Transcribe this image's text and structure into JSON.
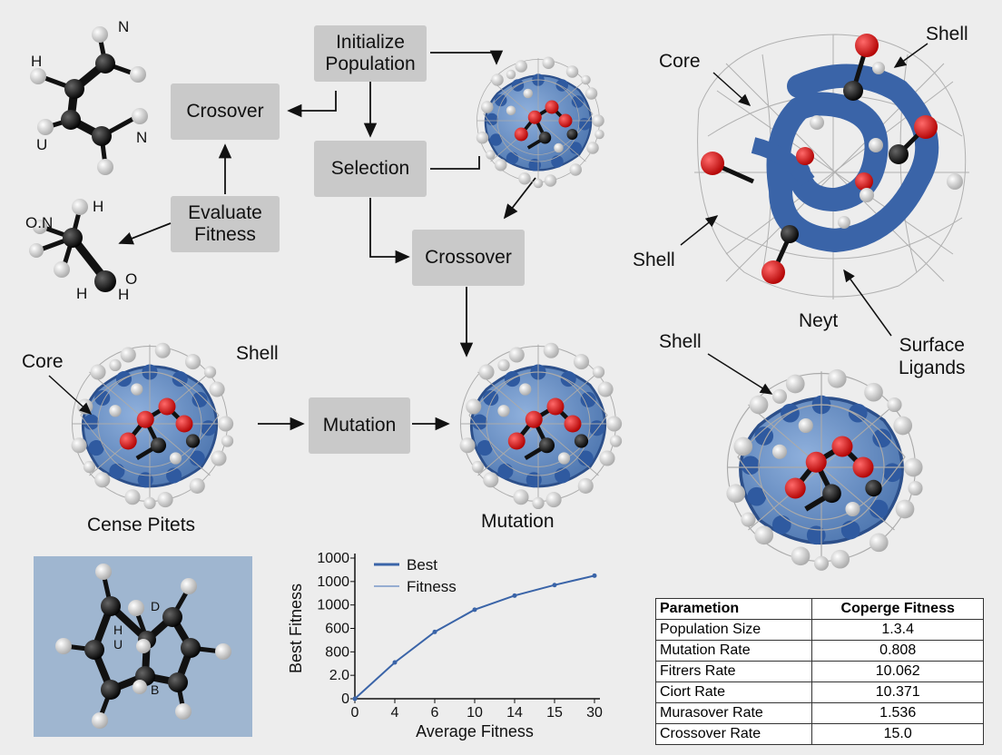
{
  "flow": {
    "initialize": "Initialize\nPopulation",
    "crossover_left": "Crosover",
    "selection": "Selection",
    "evaluate": "Evaluate\nFitness",
    "crossover_mid": "Crossover",
    "mutation_box": "Mutation"
  },
  "labels": {
    "core_top": "Core",
    "shell_top": "Shell",
    "shell_right": "Shell",
    "neyt": "Neyt",
    "surface_ligands": "Surface\nLigands",
    "shell_right2": "Shell",
    "core_left": "Core",
    "shell_left": "Shell",
    "cense_pitets": "Cense Pitets",
    "mutation_caption": "Mutation"
  },
  "atoms": {
    "mol1": [
      "N",
      "H",
      "U",
      "N"
    ],
    "mol2": [
      "O.N",
      "H",
      "H",
      "O",
      "H"
    ],
    "inset": [
      "D",
      "H",
      "U",
      "B"
    ]
  },
  "chart_data": {
    "type": "line",
    "ylabel": "Best Fitness",
    "xlabel": "Average Fitness",
    "x_ticks": [
      "0",
      "4",
      "6",
      "10",
      "14",
      "15",
      "30"
    ],
    "y_ticks": [
      "0",
      "2.0",
      "800",
      "600",
      "1000",
      "1000",
      "1000"
    ],
    "legend": [
      "Best",
      "Fitness"
    ],
    "series": [
      {
        "name": "Best",
        "x_index": [
          0,
          1,
          2,
          3,
          4,
          5,
          6
        ],
        "y_index": [
          0,
          1.55,
          2.85,
          3.8,
          4.4,
          4.85,
          5.25
        ],
        "color": "#3a64a8"
      }
    ]
  },
  "table": {
    "headers": [
      "Parametion",
      "Coperge Fitness"
    ],
    "rows": [
      [
        "Population Size",
        "1.3.4"
      ],
      [
        "Mutation Rate",
        "0.808"
      ],
      [
        "Fitrers Rate",
        "10.062"
      ],
      [
        "Ciort Rate",
        "10.371"
      ],
      [
        "Murasover Rate",
        "1.536"
      ],
      [
        "Crossover Rate",
        "15.0"
      ]
    ]
  },
  "colors": {
    "box": "#c9c9c9",
    "core_blue": "#3a64a8",
    "oxygen": "#e01b1b",
    "carbon": "#111111",
    "hydrogen": "#e8e8e8",
    "inset_bg": "#9fb6d0"
  }
}
